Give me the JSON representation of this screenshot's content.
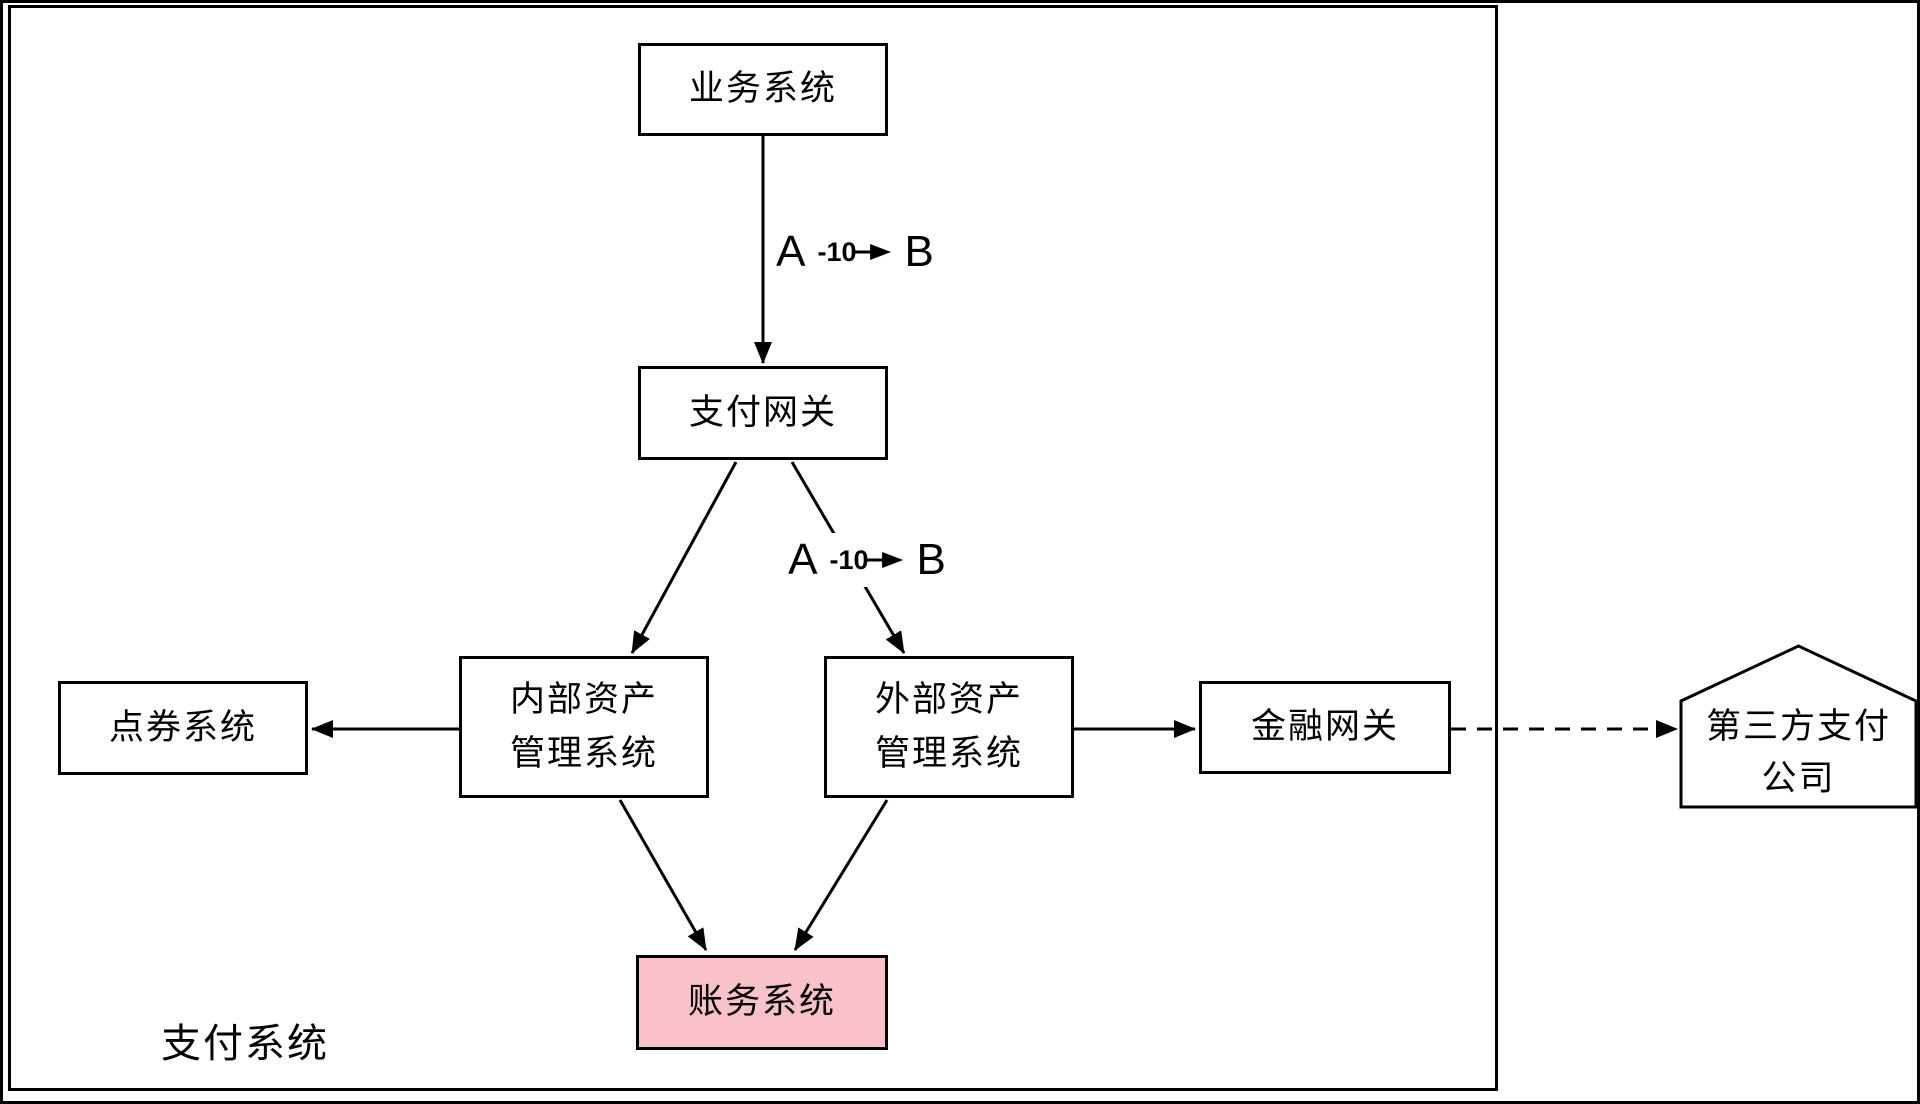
{
  "group": {
    "label": "支付系统"
  },
  "nodes": {
    "business_system": {
      "label": "业务系统"
    },
    "payment_gateway": {
      "label": "支付网关"
    },
    "internal_asset_mgmt": {
      "line1": "内部资产",
      "line2": "管理系统"
    },
    "external_asset_mgmt": {
      "line1": "外部资产",
      "line2": "管理系统"
    },
    "points_system": {
      "label": "点券系统"
    },
    "finance_gateway": {
      "label": "金融网关"
    },
    "accounting_system": {
      "label": "账务系统"
    },
    "third_party_payment": {
      "line1": "第三方支付",
      "line2": "公司"
    }
  },
  "edge_labels": {
    "transfer_top": {
      "from": "A",
      "amount": "-10",
      "to": "B"
    },
    "transfer_mid": {
      "from": "A",
      "amount": "-10",
      "to": "B"
    }
  },
  "colors": {
    "line": "#000000",
    "node_fill": "#FFFFFF",
    "accounting_fill": "#F8C2C8",
    "background": "#FFFFFF"
  }
}
